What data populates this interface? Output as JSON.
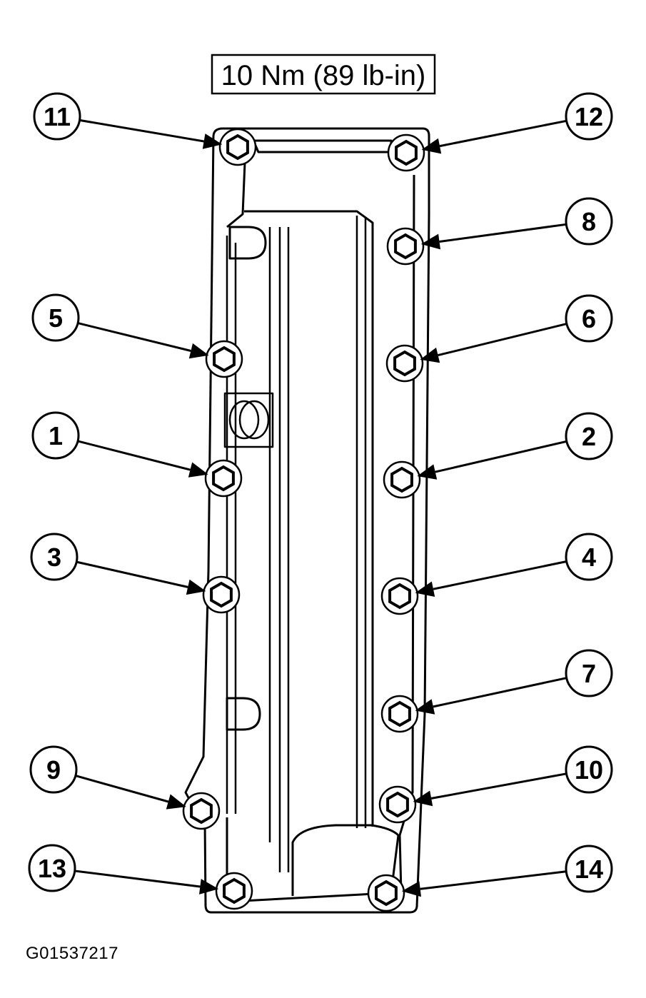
{
  "torque_spec": "10 Nm (89 lb-in)",
  "figure_id": "G01537217",
  "callouts": [
    "11",
    "12",
    "8",
    "5",
    "6",
    "1",
    "2",
    "3",
    "4",
    "7",
    "9",
    "10",
    "13",
    "14"
  ]
}
